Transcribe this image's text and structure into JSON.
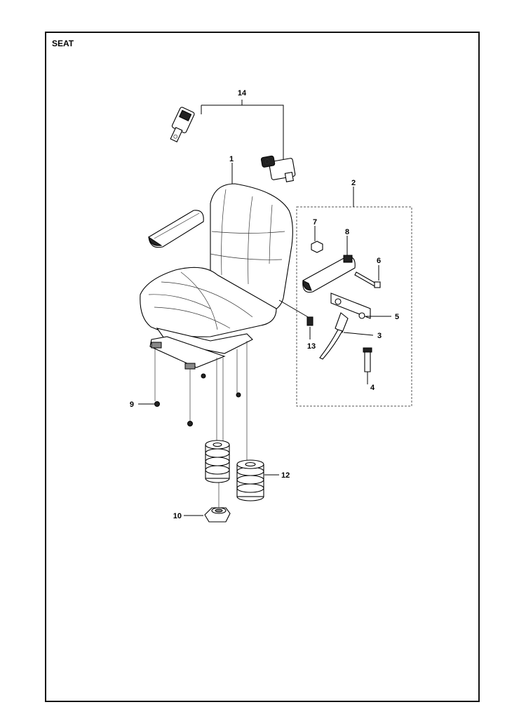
{
  "title": "SEAT",
  "callouts": [
    {
      "id": "14",
      "text": "14"
    },
    {
      "id": "1",
      "text": "1"
    },
    {
      "id": "2",
      "text": "2"
    },
    {
      "id": "7",
      "text": "7"
    },
    {
      "id": "8",
      "text": "8"
    },
    {
      "id": "6",
      "text": "6"
    },
    {
      "id": "5",
      "text": "5"
    },
    {
      "id": "3",
      "text": "3"
    },
    {
      "id": "13",
      "text": "13"
    },
    {
      "id": "4",
      "text": "4"
    },
    {
      "id": "9",
      "text": "9"
    },
    {
      "id": "12",
      "text": "12"
    },
    {
      "id": "10",
      "text": "10"
    }
  ]
}
